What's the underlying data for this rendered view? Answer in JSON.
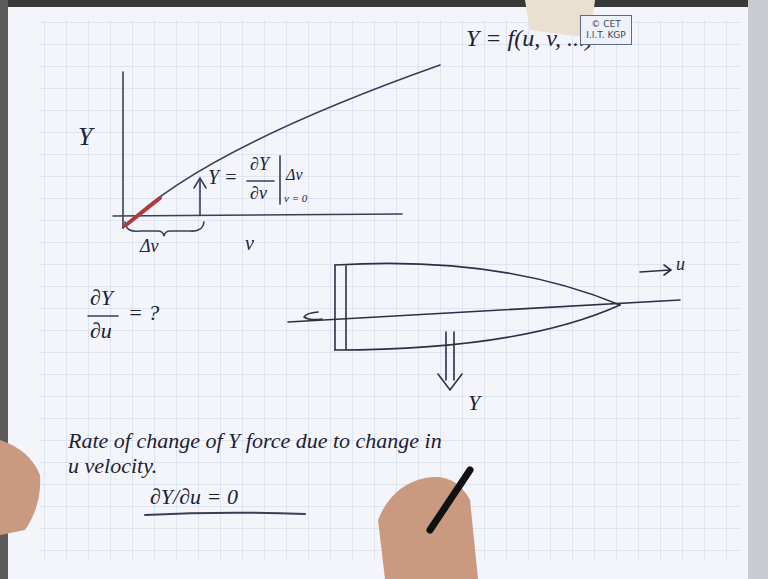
{
  "diagram": {
    "nodes": [
      {
        "text": [
          "© CET",
          "I.I.T. KGP"
        ]
      }
    ],
    "labels": [
      "Y",
      "Y =",
      "∂Y",
      "∂v",
      "Δv",
      "v = 0",
      "Δv",
      "v",
      "Y = f(u, v, ...)",
      "∂Y",
      "∂u",
      "= ?",
      "u",
      "Y",
      "Rate of change of Y force due to change in u velocity.",
      "∂Y/∂u = 0"
    ]
  }
}
